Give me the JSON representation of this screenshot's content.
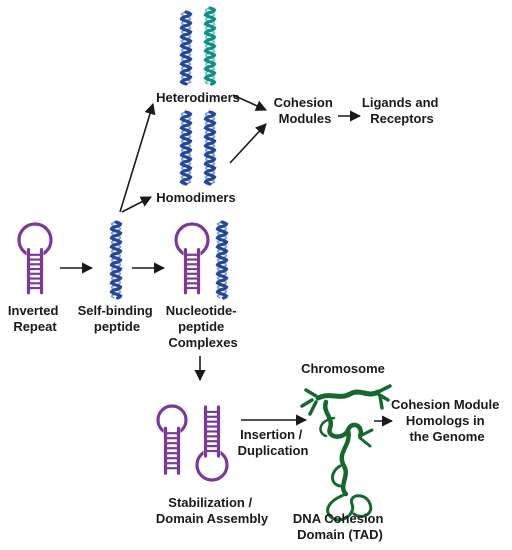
{
  "colors": {
    "helix_blue": "#23479a",
    "helix_teal": "#0f8f86",
    "hairpin_purple": "#7b3a97",
    "chromosome_green": "#17682f",
    "arrow": "#1a1a1a",
    "text": "#1a1a1a"
  },
  "labels": {
    "heterodimers": "Heterodimers",
    "homodimers": "Homodimers",
    "cohesion_modules": [
      "Cohesion",
      "Modules"
    ],
    "ligands_receptors": [
      "Ligands and",
      "Receptors"
    ],
    "inverted_repeat": [
      "Inverted",
      "Repeat"
    ],
    "self_binding_peptide": [
      "Self-binding",
      "peptide"
    ],
    "nucleotide_peptide_complexes": [
      "Nucleotide-",
      "peptide",
      "Complexes"
    ],
    "chromosome": "Chromosome",
    "cohesion_module_homologs": [
      "Cohesion Module",
      "Homologs in",
      "the Genome"
    ],
    "insertion_duplication": [
      "Insertion /",
      "Duplication"
    ],
    "stabilization_domain_assembly": [
      "Stabilization /",
      "Domain Assembly"
    ],
    "dna_cohesion_domain": [
      "DNA Cohesion",
      "Domain (TAD)"
    ]
  },
  "icons": [
    "alpha-helix-icon",
    "rna-hairpin-icon",
    "chromosome-icon",
    "arrow-icon"
  ]
}
